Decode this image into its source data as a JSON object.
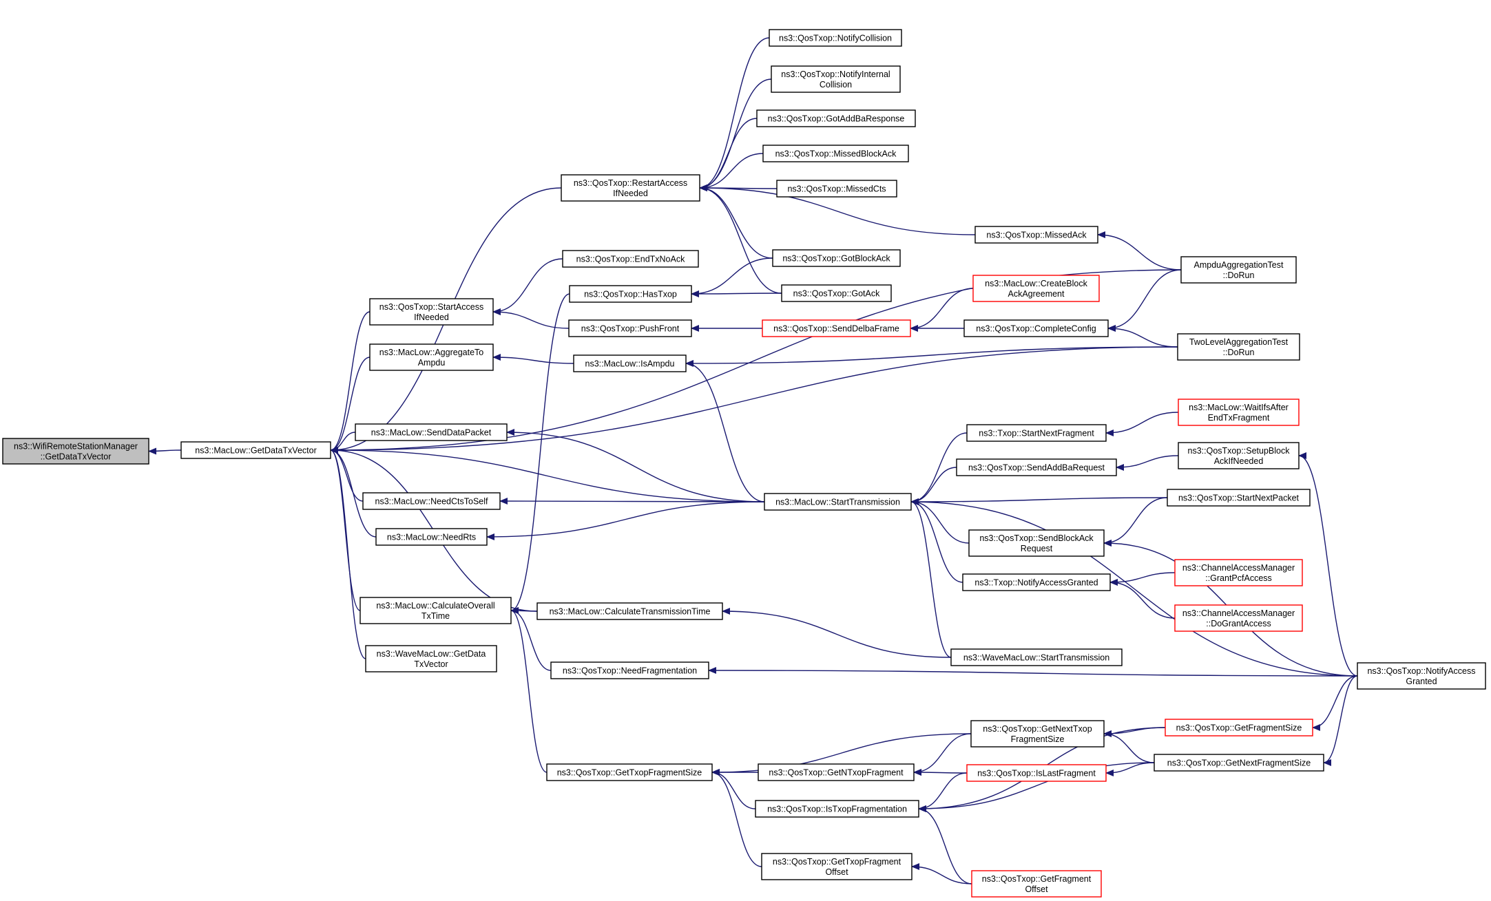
{
  "colors": {
    "edge": "#191970",
    "node_border": "#000000",
    "node_border_truncated": "#ff0000",
    "node_fill": "#ffffff",
    "root_fill": "#bfbfbf"
  },
  "nodes": {
    "root": {
      "lines": [
        "ns3::WifiRemoteStationManager",
        "::GetDataTxVector"
      ],
      "style": "root"
    },
    "getDataTxVector": {
      "lines": [
        "ns3::MacLow::GetDataTxVector"
      ],
      "style": "normal"
    },
    "restartAccess": {
      "lines": [
        "ns3::QosTxop::RestartAccess",
        "IfNeeded"
      ],
      "style": "normal"
    },
    "startAccess": {
      "lines": [
        "ns3::QosTxop::StartAccess",
        "IfNeeded"
      ],
      "style": "normal"
    },
    "aggregateToAmpdu": {
      "lines": [
        "ns3::MacLow::AggregateTo",
        "Ampdu"
      ],
      "style": "normal"
    },
    "sendDataPacket": {
      "lines": [
        "ns3::MacLow::SendDataPacket"
      ],
      "style": "normal"
    },
    "needCtsToSelf": {
      "lines": [
        "ns3::MacLow::NeedCtsToSelf"
      ],
      "style": "normal"
    },
    "needRts": {
      "lines": [
        "ns3::MacLow::NeedRts"
      ],
      "style": "normal"
    },
    "calcOverallTxTime": {
      "lines": [
        "ns3::MacLow::CalculateOverall",
        "TxTime"
      ],
      "style": "normal"
    },
    "waveGetDataTxVector": {
      "lines": [
        "ns3::WaveMacLow::GetData",
        "TxVector"
      ],
      "style": "normal"
    },
    "notifyCollision": {
      "lines": [
        "ns3::QosTxop::NotifyCollision"
      ],
      "style": "normal"
    },
    "notifyInternalCollision": {
      "lines": [
        "ns3::QosTxop::NotifyInternal",
        "Collision"
      ],
      "style": "normal"
    },
    "gotAddBaResponse": {
      "lines": [
        "ns3::QosTxop::GotAddBaResponse"
      ],
      "style": "normal"
    },
    "missedBlockAck": {
      "lines": [
        "ns3::QosTxop::MissedBlockAck"
      ],
      "style": "normal"
    },
    "missedCts": {
      "lines": [
        "ns3::QosTxop::MissedCts"
      ],
      "style": "normal"
    },
    "missedAck": {
      "lines": [
        "ns3::QosTxop::MissedAck"
      ],
      "style": "normal"
    },
    "endTxNoAck": {
      "lines": [
        "ns3::QosTxop::EndTxNoAck"
      ],
      "style": "normal"
    },
    "gotBlockAck": {
      "lines": [
        "ns3::QosTxop::GotBlockAck"
      ],
      "style": "normal"
    },
    "hasTxop": {
      "lines": [
        "ns3::QosTxop::HasTxop"
      ],
      "style": "normal"
    },
    "gotAck": {
      "lines": [
        "ns3::QosTxop::GotAck"
      ],
      "style": "normal"
    },
    "pushFront": {
      "lines": [
        "ns3::QosTxop::PushFront"
      ],
      "style": "normal"
    },
    "createBlockAck": {
      "lines": [
        "ns3::MacLow::CreateBlock",
        "AckAgreement"
      ],
      "style": "truncated"
    },
    "sendDelbaFrame": {
      "lines": [
        "ns3::QosTxop::SendDelbaFrame"
      ],
      "style": "truncated"
    },
    "completeConfig": {
      "lines": [
        "ns3::QosTxop::CompleteConfig"
      ],
      "style": "normal"
    },
    "ampduTest": {
      "lines": [
        "AmpduAggregationTest",
        "::DoRun"
      ],
      "style": "normal"
    },
    "twoLevelTest": {
      "lines": [
        "TwoLevelAggregationTest",
        "::DoRun"
      ],
      "style": "normal"
    },
    "isAmpdu": {
      "lines": [
        "ns3::MacLow::IsAmpdu"
      ],
      "style": "normal"
    },
    "startTransmission": {
      "lines": [
        "ns3::MacLow::StartTransmission"
      ],
      "style": "normal"
    },
    "txopStartNextFragment": {
      "lines": [
        "ns3::Txop::StartNextFragment"
      ],
      "style": "normal"
    },
    "waitIfsAfter": {
      "lines": [
        "ns3::MacLow::WaitIfsAfter",
        "EndTxFragment"
      ],
      "style": "truncated"
    },
    "sendAddBaRequest": {
      "lines": [
        "ns3::QosTxop::SendAddBaRequest"
      ],
      "style": "normal"
    },
    "setupBlockAck": {
      "lines": [
        "ns3::QosTxop::SetupBlock",
        "AckIfNeeded"
      ],
      "style": "normal"
    },
    "startNextPacket": {
      "lines": [
        "ns3::QosTxop::StartNextPacket"
      ],
      "style": "normal"
    },
    "sendBlockAckRequest": {
      "lines": [
        "ns3::QosTxop::SendBlockAck",
        "Request"
      ],
      "style": "normal"
    },
    "txopNotifyAccessGranted": {
      "lines": [
        "ns3::Txop::NotifyAccessGranted"
      ],
      "style": "normal"
    },
    "grantPcfAccess": {
      "lines": [
        "ns3::ChannelAccessManager",
        "::GrantPcfAccess"
      ],
      "style": "truncated"
    },
    "doGrantAccess": {
      "lines": [
        "ns3::ChannelAccessManager",
        "::DoGrantAccess"
      ],
      "style": "truncated"
    },
    "calcTransmissionTime": {
      "lines": [
        "ns3::MacLow::CalculateTransmissionTime"
      ],
      "style": "normal"
    },
    "waveStartTransmission": {
      "lines": [
        "ns3::WaveMacLow::StartTransmission"
      ],
      "style": "normal"
    },
    "needFragmentation": {
      "lines": [
        "ns3::QosTxop::NeedFragmentation"
      ],
      "style": "normal"
    },
    "qosNotifyAccessGranted": {
      "lines": [
        "ns3::QosTxop::NotifyAccess",
        "Granted"
      ],
      "style": "normal"
    },
    "getNextTxopFragmentSize": {
      "lines": [
        "ns3::QosTxop::GetNextTxop",
        "FragmentSize"
      ],
      "style": "normal"
    },
    "getFragmentSize": {
      "lines": [
        "ns3::QosTxop::GetFragmentSize"
      ],
      "style": "truncated"
    },
    "getTxopFragmentSize": {
      "lines": [
        "ns3::QosTxop::GetTxopFragmentSize"
      ],
      "style": "normal"
    },
    "getNTxopFragment": {
      "lines": [
        "ns3::QosTxop::GetNTxopFragment"
      ],
      "style": "normal"
    },
    "isLastFragment": {
      "lines": [
        "ns3::QosTxop::IsLastFragment"
      ],
      "style": "truncated"
    },
    "getNextFragmentSize": {
      "lines": [
        "ns3::QosTxop::GetNextFragmentSize"
      ],
      "style": "normal"
    },
    "isTxopFragmentation": {
      "lines": [
        "ns3::QosTxop::IsTxopFragmentation"
      ],
      "style": "normal"
    },
    "getTxopFragmentOffset": {
      "lines": [
        "ns3::QosTxop::GetTxopFragment",
        "Offset"
      ],
      "style": "normal"
    },
    "getFragmentOffset": {
      "lines": [
        "ns3::QosTxop::GetFragment",
        "Offset"
      ],
      "style": "truncated"
    }
  },
  "edges": [
    [
      "getDataTxVector",
      "root"
    ],
    [
      "restartAccess",
      "getDataTxVector"
    ],
    [
      "startAccess",
      "getDataTxVector"
    ],
    [
      "aggregateToAmpdu",
      "getDataTxVector"
    ],
    [
      "sendDataPacket",
      "getDataTxVector"
    ],
    [
      "needCtsToSelf",
      "getDataTxVector"
    ],
    [
      "needRts",
      "getDataTxVector"
    ],
    [
      "calcOverallTxTime",
      "getDataTxVector"
    ],
    [
      "waveGetDataTxVector",
      "getDataTxVector"
    ],
    [
      "calcTransmissionTime",
      "getDataTxVector"
    ],
    [
      "startTransmission",
      "getDataTxVector"
    ],
    [
      "ampduTest",
      "getDataTxVector"
    ],
    [
      "twoLevelTest",
      "getDataTxVector"
    ],
    [
      "notifyCollision",
      "restartAccess"
    ],
    [
      "notifyInternalCollision",
      "restartAccess"
    ],
    [
      "gotAddBaResponse",
      "restartAccess"
    ],
    [
      "missedBlockAck",
      "restartAccess"
    ],
    [
      "missedCts",
      "restartAccess"
    ],
    [
      "missedAck",
      "restartAccess"
    ],
    [
      "gotBlockAck",
      "restartAccess"
    ],
    [
      "gotAck",
      "restartAccess"
    ],
    [
      "endTxNoAck",
      "startAccess"
    ],
    [
      "pushFront",
      "startAccess"
    ],
    [
      "gotBlockAck",
      "hasTxop"
    ],
    [
      "gotAck",
      "hasTxop"
    ],
    [
      "sendDelbaFrame",
      "pushFront"
    ],
    [
      "createBlockAck",
      "sendDelbaFrame"
    ],
    [
      "completeConfig",
      "sendDelbaFrame"
    ],
    [
      "ampduTest",
      "completeConfig"
    ],
    [
      "twoLevelTest",
      "completeConfig"
    ],
    [
      "ampduTest",
      "missedAck"
    ],
    [
      "twoLevelTest",
      "isAmpdu"
    ],
    [
      "isAmpdu",
      "aggregateToAmpdu"
    ],
    [
      "startTransmission",
      "isAmpdu"
    ],
    [
      "startTransmission",
      "sendDataPacket"
    ],
    [
      "startTransmission",
      "needCtsToSelf"
    ],
    [
      "startTransmission",
      "needRts"
    ],
    [
      "hasTxop",
      "calcOverallTxTime"
    ],
    [
      "txopStartNextFragment",
      "startTransmission"
    ],
    [
      "sendAddBaRequest",
      "startTransmission"
    ],
    [
      "startNextPacket",
      "startTransmission"
    ],
    [
      "sendBlockAckRequest",
      "startTransmission"
    ],
    [
      "txopNotifyAccessGranted",
      "startTransmission"
    ],
    [
      "waveStartTransmission",
      "startTransmission"
    ],
    [
      "qosNotifyAccessGranted",
      "startTransmission"
    ],
    [
      "waitIfsAfter",
      "txopStartNextFragment"
    ],
    [
      "setupBlockAck",
      "sendAddBaRequest"
    ],
    [
      "qosNotifyAccessGranted",
      "setupBlockAck"
    ],
    [
      "startNextPacket",
      "sendBlockAckRequest"
    ],
    [
      "qosNotifyAccessGranted",
      "sendBlockAckRequest"
    ],
    [
      "grantPcfAccess",
      "txopNotifyAccessGranted"
    ],
    [
      "doGrantAccess",
      "txopNotifyAccessGranted"
    ],
    [
      "calcTransmissionTime",
      "calcOverallTxTime"
    ],
    [
      "waveStartTransmission",
      "calcTransmissionTime"
    ],
    [
      "needFragmentation",
      "calcOverallTxTime"
    ],
    [
      "qosNotifyAccessGranted",
      "needFragmentation"
    ],
    [
      "getTxopFragmentSize",
      "calcOverallTxTime"
    ],
    [
      "getNextTxopFragmentSize",
      "getTxopFragmentSize"
    ],
    [
      "getFragmentSize",
      "getNextTxopFragmentSize"
    ],
    [
      "getNextFragmentSize",
      "getNextTxopFragmentSize"
    ],
    [
      "qosNotifyAccessGranted",
      "getNextFragmentSize"
    ],
    [
      "qosNotifyAccessGranted",
      "getFragmentSize"
    ],
    [
      "getNTxopFragment",
      "getTxopFragmentSize"
    ],
    [
      "getNextTxopFragmentSize",
      "getNTxopFragment"
    ],
    [
      "isLastFragment",
      "getNTxopFragment"
    ],
    [
      "isTxopFragmentation",
      "getTxopFragmentSize"
    ],
    [
      "getTxopFragmentOffset",
      "getTxopFragmentSize"
    ],
    [
      "isLastFragment",
      "isTxopFragmentation"
    ],
    [
      "getFragmentSize",
      "isTxopFragmentation"
    ],
    [
      "getNextFragmentSize",
      "isTxopFragmentation"
    ],
    [
      "getFragmentOffset",
      "isTxopFragmentation"
    ],
    [
      "getNextFragmentSize",
      "isLastFragment"
    ],
    [
      "getFragmentOffset",
      "getTxopFragmentOffset"
    ]
  ]
}
